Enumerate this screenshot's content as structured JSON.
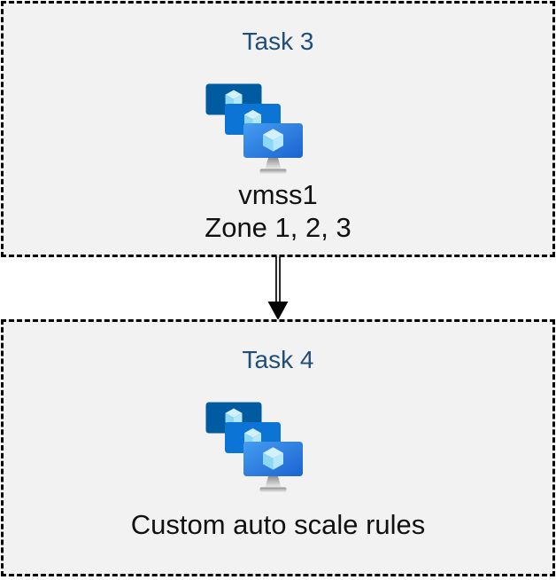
{
  "diagram": {
    "tasks": [
      {
        "title": "Task 3",
        "icon": "vm-scale-sets-icon",
        "caption_lines": [
          "vmss1",
          "Zone 1, 2, 3"
        ]
      },
      {
        "title": "Task 4",
        "icon": "vm-scale-sets-icon",
        "caption_lines": [
          "Custom auto scale rules"
        ]
      }
    ],
    "connector": {
      "type": "double-line-arrow",
      "direction": "down",
      "from": "Task 3",
      "to": "Task 4"
    },
    "colors": {
      "page_background": "#ffffff",
      "box_background": "#f2f2f2",
      "box_border": "#000000",
      "title_text": "#1f4e79",
      "caption_text": "#111111",
      "arrow": "#000000",
      "monitor_back": "#005ba1",
      "monitor_middle": "#0b74d4",
      "monitor_front_gradient_start": "#459df0",
      "monitor_front_gradient_end": "#1b63d1",
      "cube_top": "#d3f0fd",
      "cube_left": "#8bd7f4",
      "cube_right": "#b5e8fa",
      "stand_gradient_start": "#8f8f8f",
      "stand_gradient_end": "#ececec"
    }
  }
}
